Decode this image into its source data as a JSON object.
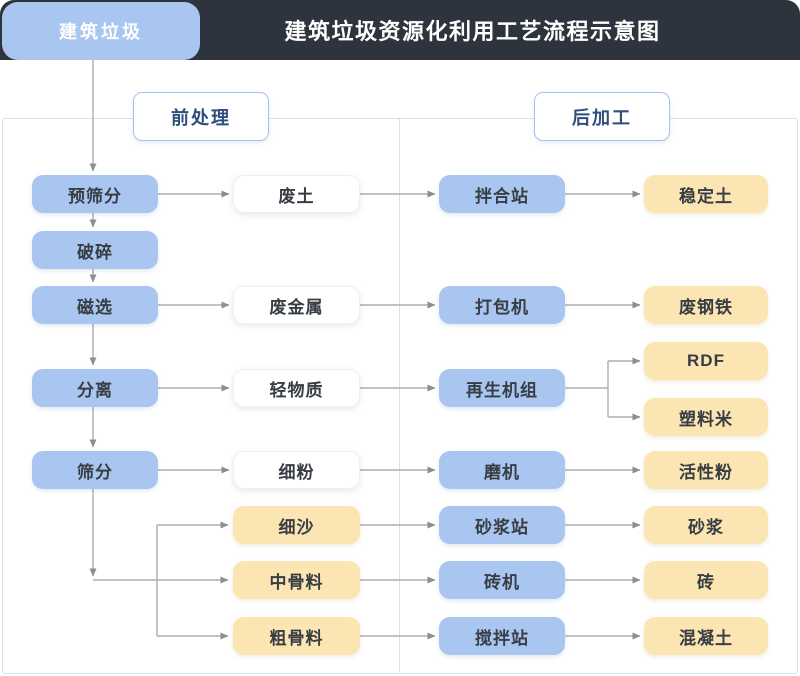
{
  "header": {
    "tab": "建筑垃圾",
    "title": "建筑垃圾资源化利用工艺流程示意图"
  },
  "sections": {
    "pre": "前处理",
    "post": "后加工"
  },
  "nodes": {
    "pre_screening": "预筛分",
    "crushing": "破碎",
    "magnetic_separation": "磁选",
    "separation": "分离",
    "screening": "筛分",
    "waste_soil": "废土",
    "waste_metal": "废金属",
    "light_material": "轻物质",
    "fine_powder": "细粉",
    "fine_sand": "细沙",
    "medium_aggregate": "中骨料",
    "coarse_aggregate": "粗骨料",
    "mixing_station": "拌合站",
    "baling_machine": "打包机",
    "regeneration_unit": "再生机组",
    "grinding_mill": "磨机",
    "mortar_station": "砂浆站",
    "brick_machine": "砖机",
    "stirring_station": "搅拌站",
    "stabilized_soil": "稳定土",
    "waste_steel": "废钢铁",
    "rdf": "RDF",
    "plastic_pellets": "塑料米",
    "activated_powder": "活性粉",
    "mortar": "砂浆",
    "brick": "砖",
    "concrete": "混凝土"
  },
  "edges": [
    "建筑垃圾→预筛分",
    "预筛分→破碎",
    "破碎→磁选",
    "磁选→分离",
    "分离→筛分",
    "预筛分→废土",
    "磁选→废金属",
    "分离→轻物质",
    "筛分→细粉",
    "筛分→细沙",
    "筛分→中骨料",
    "筛分→粗骨料",
    "废土→拌合站",
    "废金属→打包机",
    "轻物质→再生机组",
    "细粉→磨机",
    "细沙→砂浆站",
    "中骨料→砖机",
    "粗骨料→搅拌站",
    "拌合站→稳定土",
    "打包机→废钢铁",
    "再生机组→RDF",
    "再生机组→塑料米",
    "磨机→活性粉",
    "砂浆站→砂浆",
    "砖机→砖",
    "搅拌站→混凝土"
  ],
  "colors": {
    "process_blue": "#a9c6f0",
    "product_yellow": "#fbe5b2",
    "header_dark": "#2e343d",
    "badge_text_blue": "#2d4e7e",
    "connector_gray": "#abadb5"
  }
}
